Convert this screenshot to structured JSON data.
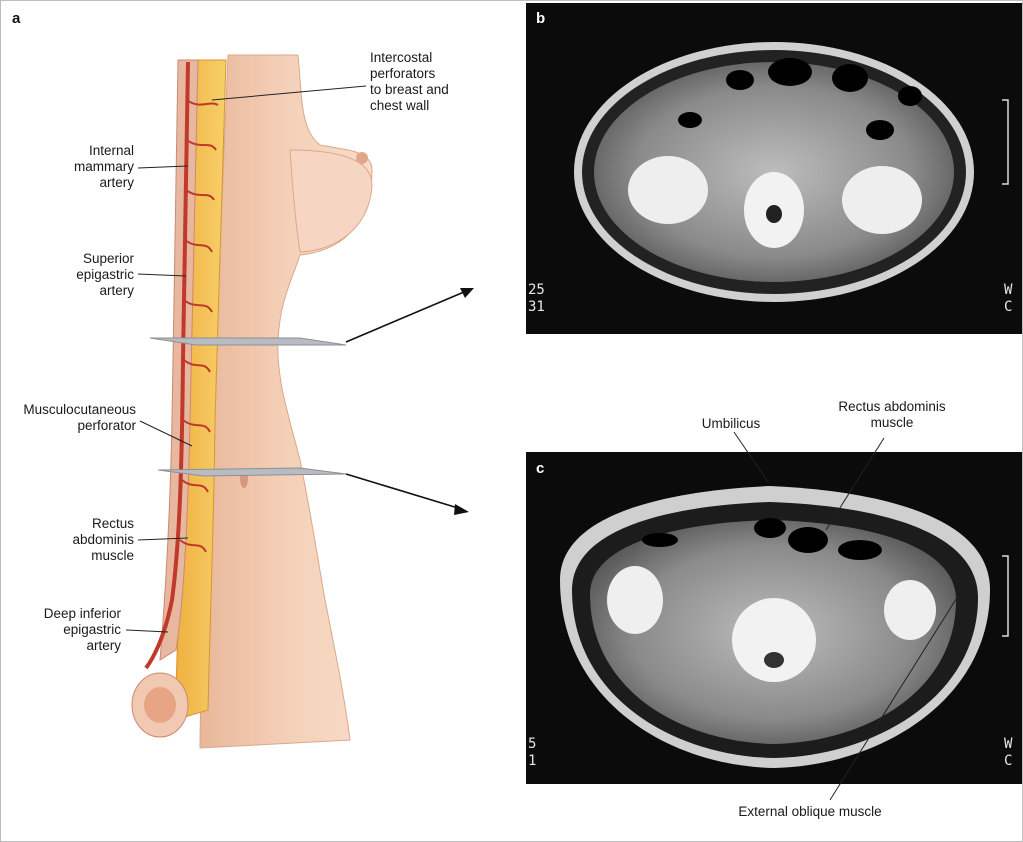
{
  "figure": {
    "panel_a": {
      "letter": "a",
      "labels": {
        "intercostal": "Intercostal\nperforators\nto breast and\nchest wall",
        "internal_mammary": "Internal\nmammary\nartery",
        "superior_epigastric": "Superior\nepigastric\nartery",
        "musculocutaneous": "Musculocutaneous\nperforator",
        "rectus": "Rectus\nabdominis\nmuscle",
        "deep_inferior": "Deep inferior\nepigastric\nartery"
      }
    },
    "panel_b": {
      "letter": "b",
      "corner_left": "25\n31",
      "corner_right": "W\nC"
    },
    "panel_c": {
      "letter": "c",
      "labels": {
        "umbilicus": "Umbilicus",
        "rectus": "Rectus abdominis\nmuscle",
        "external_oblique": "External oblique muscle"
      },
      "corner_left": "5\n1",
      "corner_right": "W\nC"
    }
  }
}
